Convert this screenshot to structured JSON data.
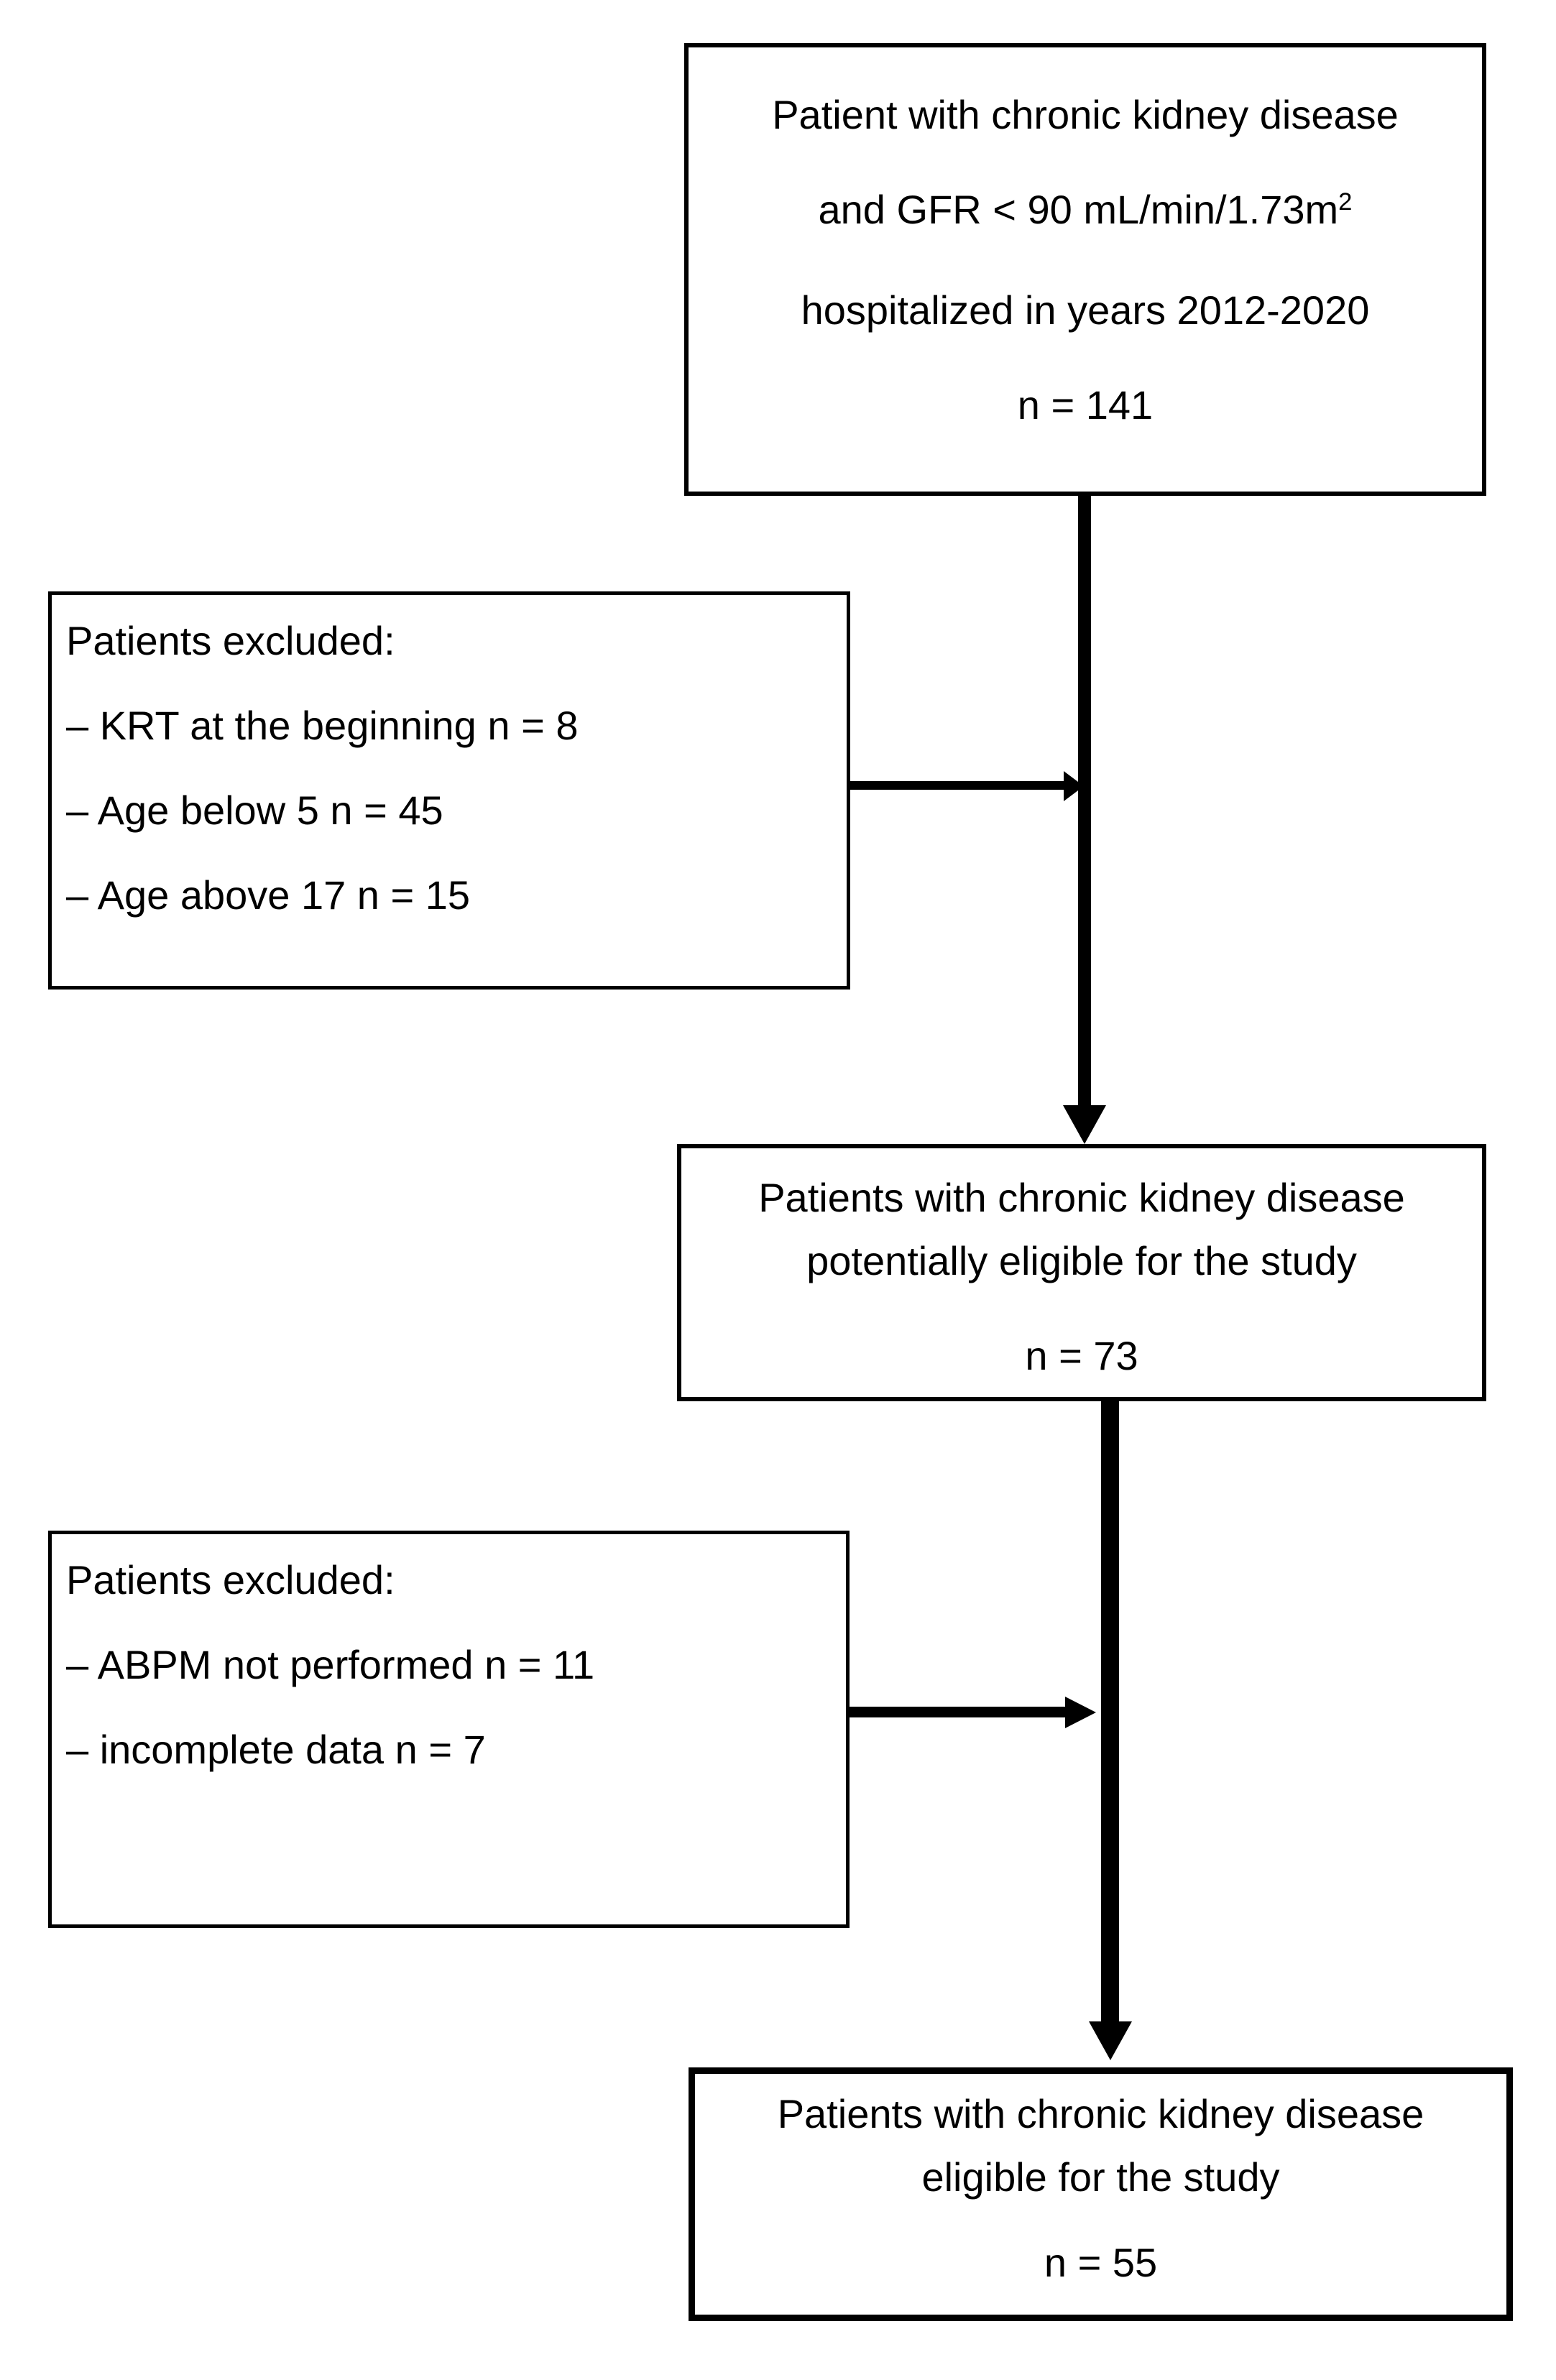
{
  "colors": {
    "ink": "#000000",
    "background": "#ffffff"
  },
  "flowchart": {
    "top_box": {
      "line1": "Patient with chronic kidney disease",
      "line2_main": "and GFR < 90 mL/min/1.73m",
      "line2_sup": "2",
      "line3": "hospitalized in years 2012-2020",
      "count": "n = 141"
    },
    "exclusion_box_1": {
      "title": "Patients excluded:",
      "items": [
        "– KRT at the beginning n = 8",
        "– Age below 5 n = 45",
        "– Age above 17 n = 15"
      ]
    },
    "middle_box": {
      "line1": "Patients with chronic kidney disease",
      "line2": "potentially eligible for the study",
      "count": "n = 73"
    },
    "exclusion_box_2": {
      "title": "Patients excluded:",
      "items": [
        "– ABPM not performed n = 11",
        "– incomplete data n = 7"
      ]
    },
    "bottom_box": {
      "line1": "Patients with chronic kidney disease",
      "line2": "eligible for the study",
      "count": "n = 55"
    }
  }
}
